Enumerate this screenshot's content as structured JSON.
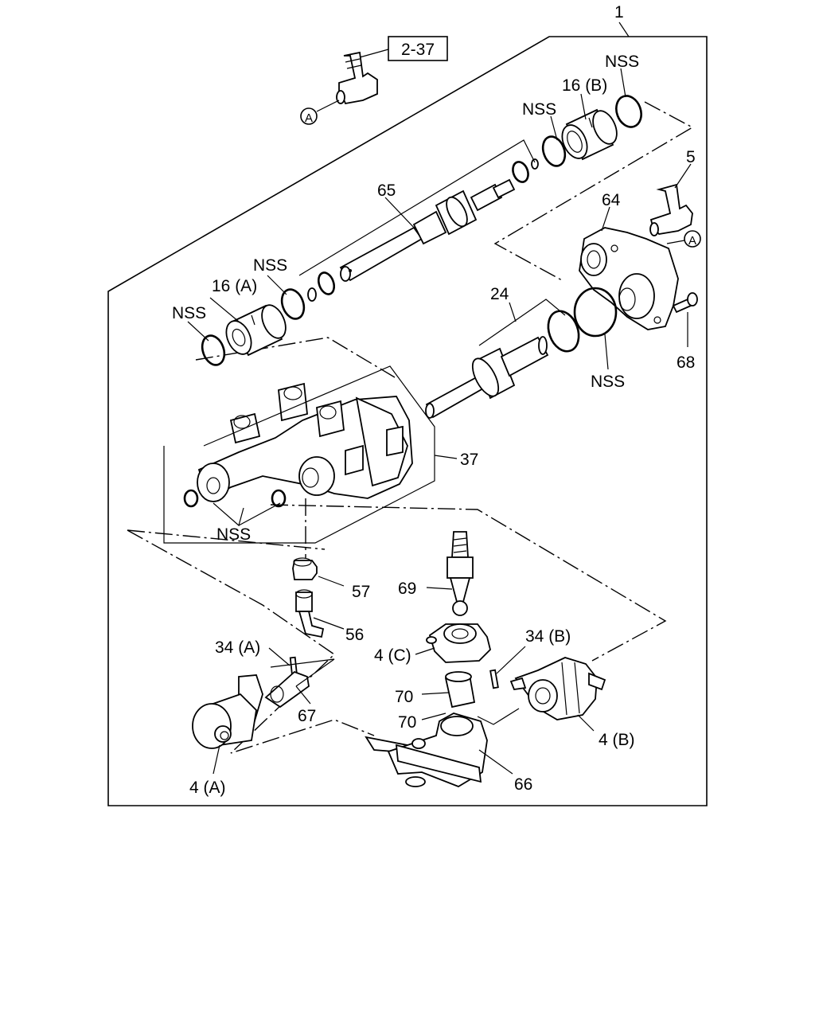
{
  "figure": {
    "assembly_ref": "1",
    "cross_ref": "2-37",
    "circle_marker": "A"
  },
  "labels": {
    "p1": "1",
    "p5": "5",
    "p16a": "16 (A)",
    "p16b": "16 (B)",
    "p24": "24",
    "p37": "37",
    "p56": "56",
    "p57": "57",
    "p64": "64",
    "p65": "65",
    "p66": "66",
    "p67": "67",
    "p68": "68",
    "p69": "69",
    "p70a": "70",
    "p70b": "70",
    "p34a": "34 (A)",
    "p34b": "34 (B)",
    "p4a": "4 (A)",
    "p4b": "4 (B)",
    "p4c": "4 (C)",
    "nss1": "NSS",
    "nss2": "NSS",
    "nss3": "NSS",
    "nss4": "NSS",
    "nss5": "NSS",
    "nss6": "NSS"
  }
}
